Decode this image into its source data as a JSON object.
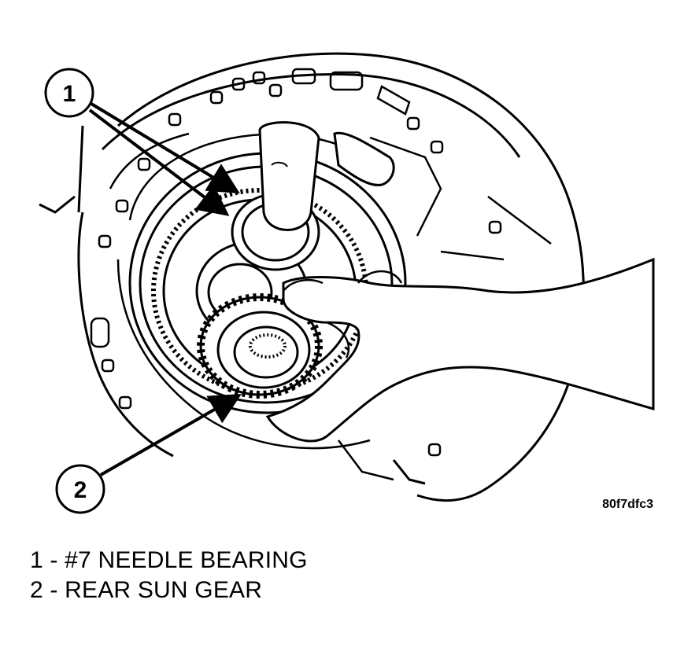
{
  "figure": {
    "figure_id": "80f7dfc3",
    "callouts": [
      {
        "number": "1"
      },
      {
        "number": "2"
      }
    ]
  },
  "legend": {
    "items": [
      {
        "text": "1 - #7 NEEDLE BEARING"
      },
      {
        "text": "2 - REAR SUN GEAR"
      }
    ]
  },
  "colors": {
    "ink": "#000000",
    "paper": "#ffffff"
  }
}
